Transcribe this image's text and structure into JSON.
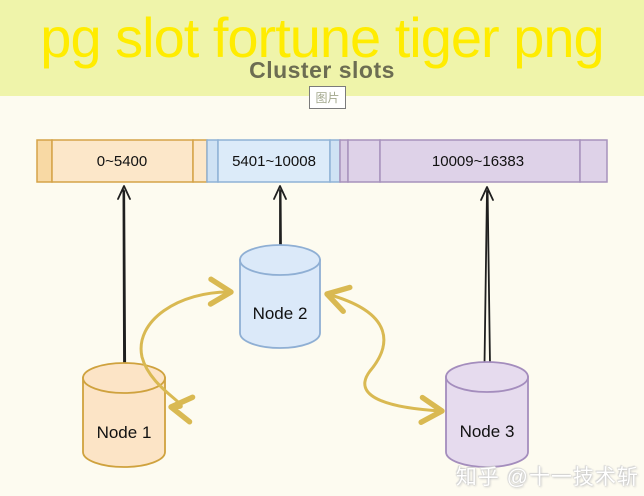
{
  "banner": {
    "headline": "pg slot fortune tiger png",
    "title": "Cluster slots",
    "badge_label": "图片"
  },
  "slot_bar": {
    "segments": [
      {
        "label": "0~5400",
        "fill": "#fce7c9",
        "sliver_fill": "#f8d9a4",
        "stroke": "#d5a348"
      },
      {
        "label": "5401~10008",
        "fill": "#dcebf9",
        "sliver_fill": "#cfe2f4",
        "stroke": "#8fb2d6"
      },
      {
        "label": "10009~16383",
        "fill": "#ded2e8",
        "sliver_fill": "#d9cce4",
        "stroke": "#a792bc"
      }
    ]
  },
  "nodes": [
    {
      "label": "Node 1",
      "fill": "#fce4c6",
      "stroke": "#cfa23e"
    },
    {
      "label": "Node 2",
      "fill": "#dbe9f9",
      "stroke": "#8fafd4"
    },
    {
      "label": "Node 3",
      "fill": "#e6dbee",
      "stroke": "#a48dbd"
    }
  ],
  "watermark": "知乎 @十一技术斩",
  "colors": {
    "banner_bg": "#eff4aa",
    "headline": "#ffec00",
    "title": "#6c6d52",
    "badge_text": "#a2a78c",
    "canvas_bg": "#fdfbf0",
    "black_arrow": "#1f1f1f",
    "gold_arrow": "#d9b952",
    "bar_label": "#111111"
  }
}
